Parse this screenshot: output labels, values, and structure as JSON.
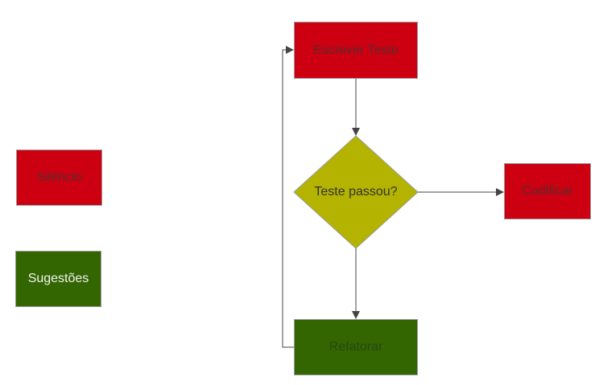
{
  "legend": {
    "silence": {
      "label": "Silêncio",
      "fill": "#cc0011",
      "text_color": "#5a2b2b"
    },
    "suggestions": {
      "label": "Sugestões",
      "fill": "#336600",
      "text_color": "#f2f2f2"
    }
  },
  "flow": {
    "write_test": {
      "label": "Escrever Teste",
      "fill": "#cc0011",
      "text_color": "#5a2b2b"
    },
    "decision": {
      "label": "Teste passou?",
      "fill": "#b3b300",
      "text_color": "#333333"
    },
    "code": {
      "label": "Codificar",
      "fill": "#cc0011",
      "text_color": "#5a2b2b"
    },
    "refactor": {
      "label": "Refatorar",
      "fill": "#336600",
      "text_color": "#244a12"
    }
  },
  "edge_color": "#444444"
}
